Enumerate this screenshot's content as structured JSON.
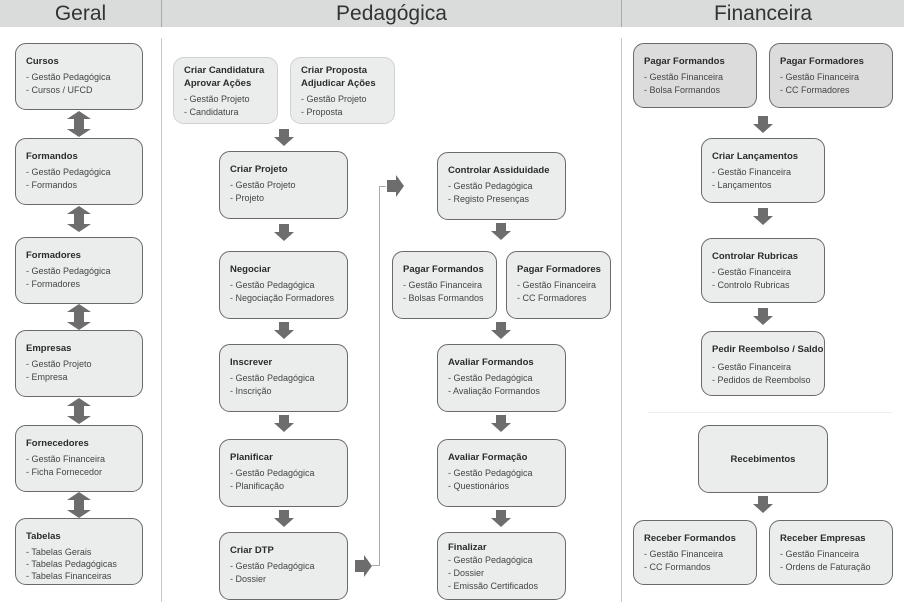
{
  "headers": {
    "geral": "Geral",
    "pedagogica": "Pedagógica",
    "financeira": "Financeira"
  },
  "colors": {
    "header_bg": "#dadcdc",
    "box_bg": "#ebeded",
    "box_dark_bg": "#dcdcdc",
    "arrow": "#6d6d6d"
  },
  "geral": [
    {
      "title": "Cursos",
      "items": [
        "- Gestão Pedagógica",
        "- Cursos / UFCD"
      ]
    },
    {
      "title": "Formandos",
      "items": [
        "- Gestão Pedagógica",
        "- Formandos"
      ]
    },
    {
      "title": "Formadores",
      "items": [
        "- Gestão Pedagógica",
        "- Formadores"
      ]
    },
    {
      "title": "Empresas",
      "items": [
        "- Gestão Projeto",
        "- Empresa"
      ]
    },
    {
      "title": "Fornecedores",
      "items": [
        "- Gestão Financeira",
        "- Ficha Fornecedor"
      ]
    },
    {
      "title": "Tabelas",
      "items": [
        "- Tabelas Gerais",
        "- Tabelas Pedagógicas",
        "- Tabelas Financeiras"
      ]
    }
  ],
  "pedagogica": {
    "top": [
      {
        "title": "Criar Candidatura Aprovar Ações",
        "items": [
          "- Gestão Projeto",
          "- Candidatura"
        ]
      },
      {
        "title": "Criar Proposta Adjudicar Ações",
        "items": [
          "- Gestão Projeto",
          "- Proposta"
        ]
      }
    ],
    "left": [
      {
        "title": "Criar Projeto",
        "items": [
          "- Gestão Projeto",
          "- Projeto"
        ]
      },
      {
        "title": "Negociar",
        "items": [
          "- Gestão Pedagógica",
          "- Negociação Formadores"
        ]
      },
      {
        "title": "Inscrever",
        "items": [
          "- Gestão Pedagógica",
          "- Inscrição"
        ]
      },
      {
        "title": "Planificar",
        "items": [
          "- Gestão Pedagógica",
          "- Planificação"
        ]
      },
      {
        "title": "Criar DTP",
        "items": [
          "- Gestão Pedagógica",
          "- Dossier"
        ]
      }
    ],
    "right": {
      "assiduidade": {
        "title": "Controlar Assiduidade",
        "items": [
          "- Gestão Pedagógica",
          "- Registo Presenças"
        ]
      },
      "pagar_formandos": {
        "title": "Pagar Formandos",
        "items": [
          "- Gestão Financeira",
          "- Bolsas Formandos"
        ]
      },
      "pagar_formadores": {
        "title": "Pagar Formadores",
        "items": [
          "- Gestão Financeira",
          "- CC Formadores"
        ]
      },
      "avaliar_formandos": {
        "title": "Avaliar Formandos",
        "items": [
          "- Gestão Pedagógica",
          "- Avaliação Formandos"
        ]
      },
      "avaliar_formacao": {
        "title": "Avaliar Formação",
        "items": [
          "- Gestão Pedagógica",
          "- Questionários"
        ]
      },
      "finalizar": {
        "title": "Finalizar",
        "items": [
          "- Gestão Pedagógica",
          "- Dossier",
          "- Emissão Certificados"
        ]
      }
    }
  },
  "financeira": {
    "pagar_formandos": {
      "title": "Pagar Formandos",
      "items": [
        "- Gestão Financeira",
        "- Bolsa Formandos"
      ]
    },
    "pagar_formadores": {
      "title": "Pagar Formadores",
      "items": [
        "- Gestão Financeira",
        "- CC Formadores"
      ]
    },
    "lancamentos": {
      "title": "Criar Lançamentos",
      "items": [
        "- Gestão Financeira",
        "- Lançamentos"
      ]
    },
    "rubricas": {
      "title": "Controlar Rubricas",
      "items": [
        "- Gestão Financeira",
        "- Controlo Rubricas"
      ]
    },
    "reembolso": {
      "title": "Pedir Reembolso / Saldo",
      "items": [
        "- Gestão Financeira",
        "- Pedidos de Reembolso"
      ]
    },
    "recebimentos": {
      "title": "Recebimentos"
    },
    "receber_formandos": {
      "title": "Receber Formandos",
      "items": [
        "- Gestão Financeira",
        "- CC Formandos"
      ]
    },
    "receber_empresas": {
      "title": "Receber Empresas",
      "items": [
        "- Gestão Financeira",
        "- Ordens de Faturação"
      ]
    }
  }
}
